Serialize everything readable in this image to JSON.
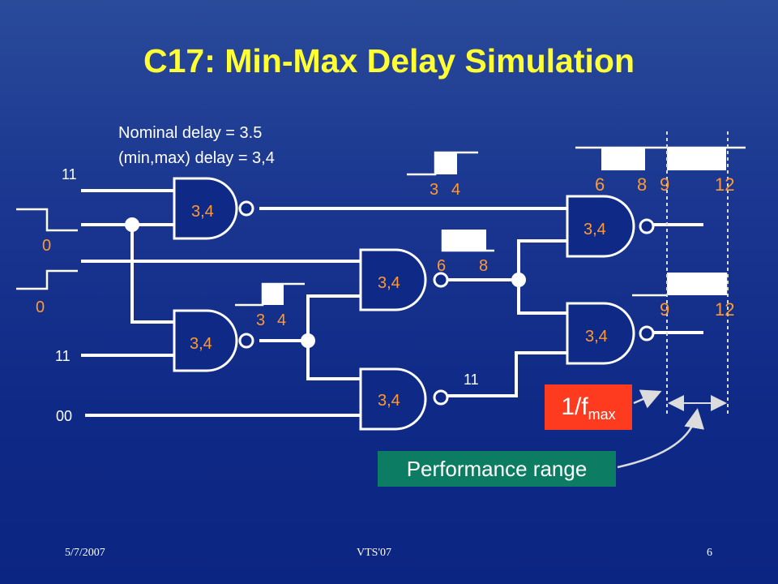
{
  "title": "C17: Min-Max Delay Simulation",
  "notes": {
    "nominal": "Nominal delay = 3.5",
    "minmax": "(min,max) delay = 3,4"
  },
  "gate_label": "3,4",
  "input_labels": {
    "in1": "11",
    "in2": "0",
    "in3": "0",
    "in4": "11",
    "in5": "00",
    "mid": "11"
  },
  "timing_labels": {
    "g1_t1": "3",
    "g1_t2": "4",
    "g2_t1": "3",
    "g2_t2": "4",
    "g3_t1": "6",
    "g3_t2": "8",
    "out1_t1": "6",
    "out1_t2": "8",
    "out1_t3": "9",
    "out1_t4": "12",
    "out2_t1": "9",
    "out2_t2": "12"
  },
  "badges": {
    "fmax_main": "1/f",
    "fmax_sub": "max",
    "performance": "Performance range"
  },
  "footer": {
    "date": "5/7/2007",
    "venue": "VTS'07",
    "page": "6"
  },
  "colors": {
    "title": "#ffff33",
    "accent": "#ff9933",
    "fmax_badge": "#ff3b1f",
    "performance_badge": "#0c7c63"
  }
}
